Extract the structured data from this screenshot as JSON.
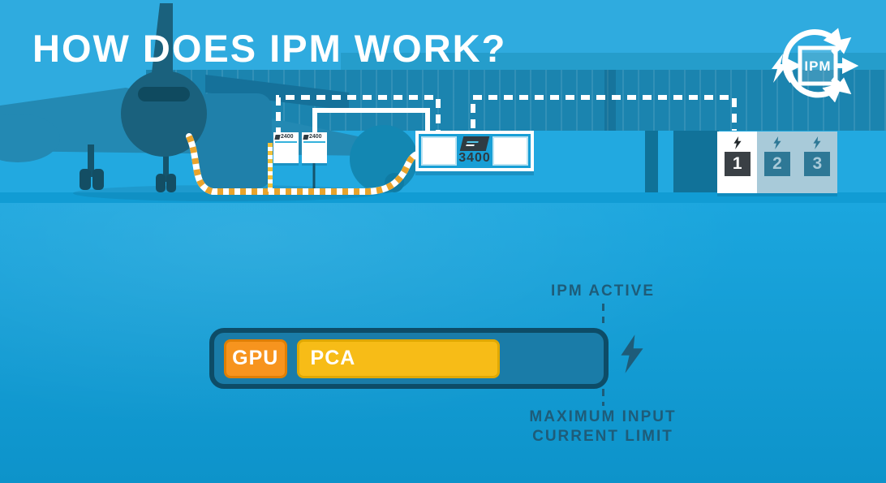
{
  "title": "HOW DOES IPM WORK?",
  "ipm_logo": {
    "label": "IPM"
  },
  "scene": {
    "coil_units": [
      {
        "label": "2400"
      },
      {
        "label": "2400"
      }
    ],
    "gpu_unit": {
      "label": "3400"
    },
    "gate_bays": [
      {
        "number": "1",
        "state": "active"
      },
      {
        "number": "2",
        "state": "inactive"
      },
      {
        "number": "3",
        "state": "inactive"
      }
    ]
  },
  "diagram": {
    "annotations": {
      "top": "IPM ACTIVE",
      "bottom_line1": "MAXIMUM INPUT",
      "bottom_line2": "CURRENT LIMIT"
    },
    "bar": {
      "segments": [
        {
          "label": "GPU",
          "color": "#F7941E",
          "border": "#DF7F05",
          "width_pct": 17
        },
        {
          "label": "PCA",
          "color": "#F7BC17",
          "border": "#E0A800",
          "width_pct": 55
        }
      ],
      "track_color": "#1A7CA8",
      "border_color": "#0D4C67",
      "max_marker_position": "right_edge"
    }
  },
  "colors": {
    "background_sky": "#2FABDF",
    "terminal_band": "#1B84AF",
    "apron": "#22A9E0",
    "bottom_gradient_top": "#1BA6DE",
    "bottom_gradient_bottom": "#0D93CA",
    "airplane_silhouette": "#1A617D",
    "airplane_wings": "#2389B3",
    "cable_yellow": "#F2C139",
    "cable_orange": "#E9A42C",
    "route_line": "#FFFFFF",
    "annotation_teal": "#1E5C79",
    "bay_panel_bg": "#A8CAD9",
    "bay_active_bg": "#FFFFFF",
    "bay_square_dark": "#3A4045",
    "bay_square_teal": "#2E7896"
  }
}
